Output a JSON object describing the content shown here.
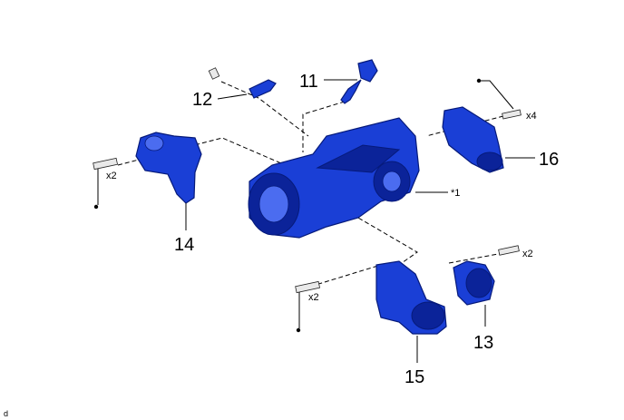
{
  "callouts": {
    "c11": "11",
    "c12": "12",
    "c13": "13",
    "c14": "14",
    "c15": "15",
    "c16": "16",
    "c1": "*1"
  },
  "quantities": {
    "q_left": "x2",
    "q_bottom": "x2",
    "q_right_small": "x2",
    "q_top_right": "x4"
  },
  "corner_mark": "d",
  "colors": {
    "part": "#1a3fd6",
    "bolt": "#e9e9e9"
  }
}
